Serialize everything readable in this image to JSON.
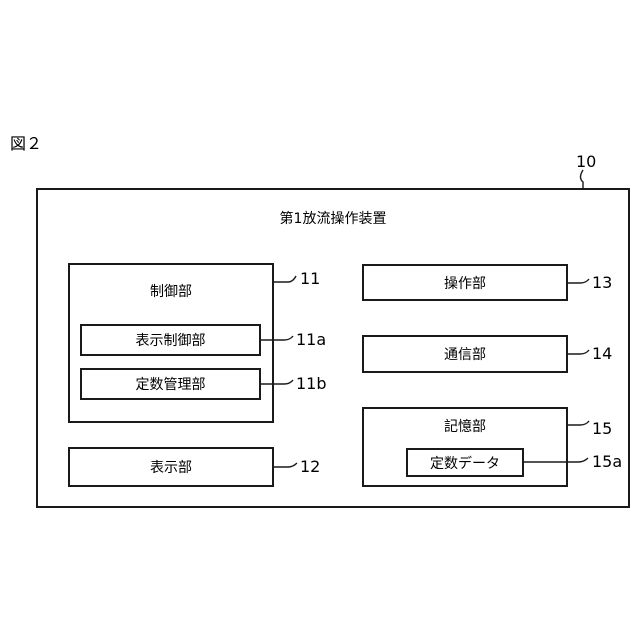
{
  "figure_label": "図２",
  "main_device": {
    "ref": "10",
    "title": "第1放流操作装置"
  },
  "control_unit": {
    "ref": "11",
    "title": "制御部"
  },
  "display_control_unit": {
    "ref": "11a",
    "title": "表示制御部"
  },
  "constant_management_unit": {
    "ref": "11b",
    "title": "定数管理部"
  },
  "display_unit": {
    "ref": "12",
    "title": "表示部"
  },
  "operation_unit": {
    "ref": "13",
    "title": "操作部"
  },
  "communication_unit": {
    "ref": "14",
    "title": "通信部"
  },
  "storage_unit": {
    "ref": "15",
    "title": "記憶部"
  },
  "constant_data": {
    "ref": "15a",
    "title": "定数データ"
  }
}
